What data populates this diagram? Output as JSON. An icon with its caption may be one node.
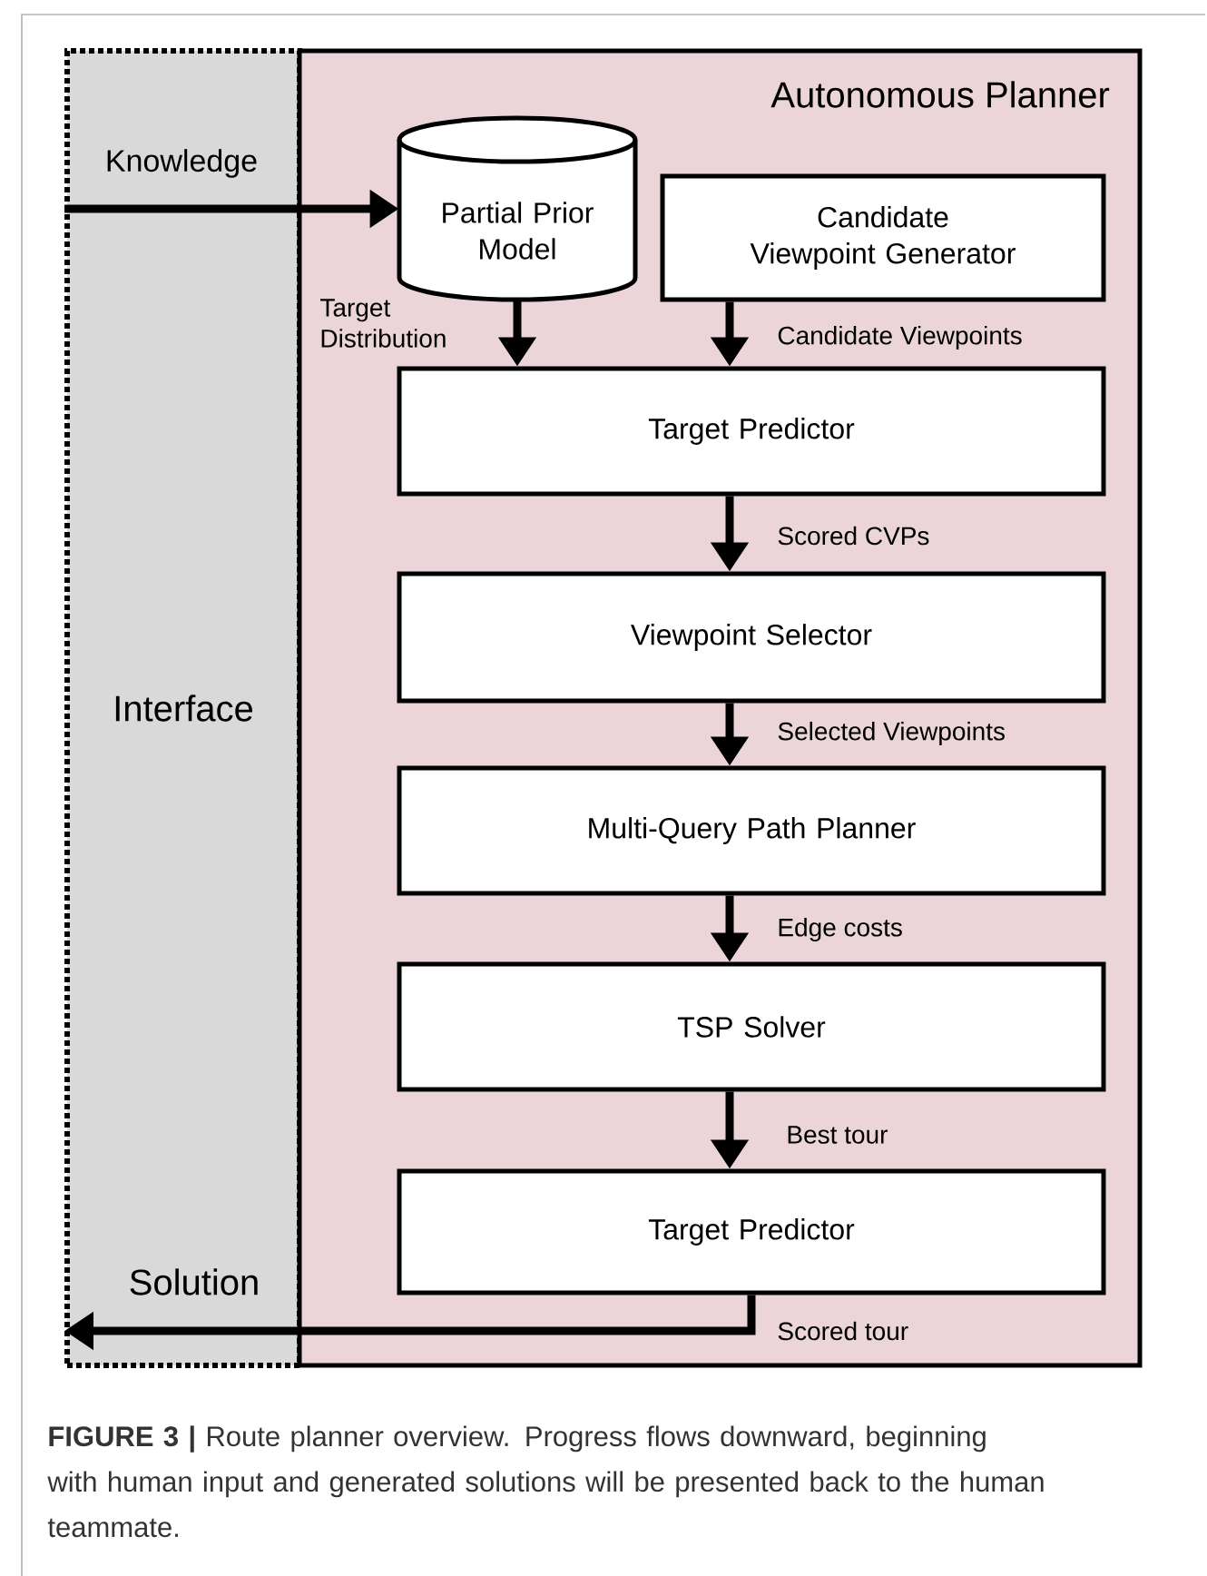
{
  "diagram": {
    "nodes": [
      {
        "text": [
          "Interface"
        ]
      },
      {
        "text": [
          "Autonomous Planner"
        ]
      },
      {
        "text": [
          "Partial Prior Model"
        ],
        "in": 1
      },
      {
        "text": [
          "Candidate Viewpoint Generator"
        ],
        "in": 1
      },
      {
        "text": [
          "Target Predictor"
        ],
        "in": 1
      },
      {
        "text": [
          "Viewpoint Selector"
        ],
        "in": 1
      },
      {
        "text": [
          "Multi-Query Path Planner"
        ],
        "in": 1
      },
      {
        "text": [
          "TSP Solver"
        ],
        "in": 1
      },
      {
        "text": [
          "Target Predictor"
        ],
        "in": 1
      }
    ],
    "edges": [
      {
        "from": 0,
        "to": 2,
        "arrow": "to",
        "label": "Knowledge"
      },
      {
        "from": 2,
        "to": 4,
        "arrow": "to",
        "label": "Target Distribution"
      },
      {
        "from": 3,
        "to": 4,
        "arrow": "to",
        "label": "Candidate Viewpoints"
      },
      {
        "from": 4,
        "to": 5,
        "arrow": "to",
        "label": "Scored CVPs"
      },
      {
        "from": 5,
        "to": 6,
        "arrow": "to",
        "label": "Selected Viewpoints"
      },
      {
        "from": 6,
        "to": 7,
        "arrow": "to",
        "label": "Edge costs"
      },
      {
        "from": 7,
        "to": 8,
        "arrow": "to",
        "label": "Best tour"
      },
      {
        "from": 8,
        "to": 0,
        "arrow": "to",
        "label": "Scored tour"
      }
    ],
    "labels": [
      "Solution"
    ],
    "caption": "**FIGURE 3 |** Route planner overview. Progress flows downward, beginning with human input and generated solutions will be presented back to the human teammate."
  }
}
